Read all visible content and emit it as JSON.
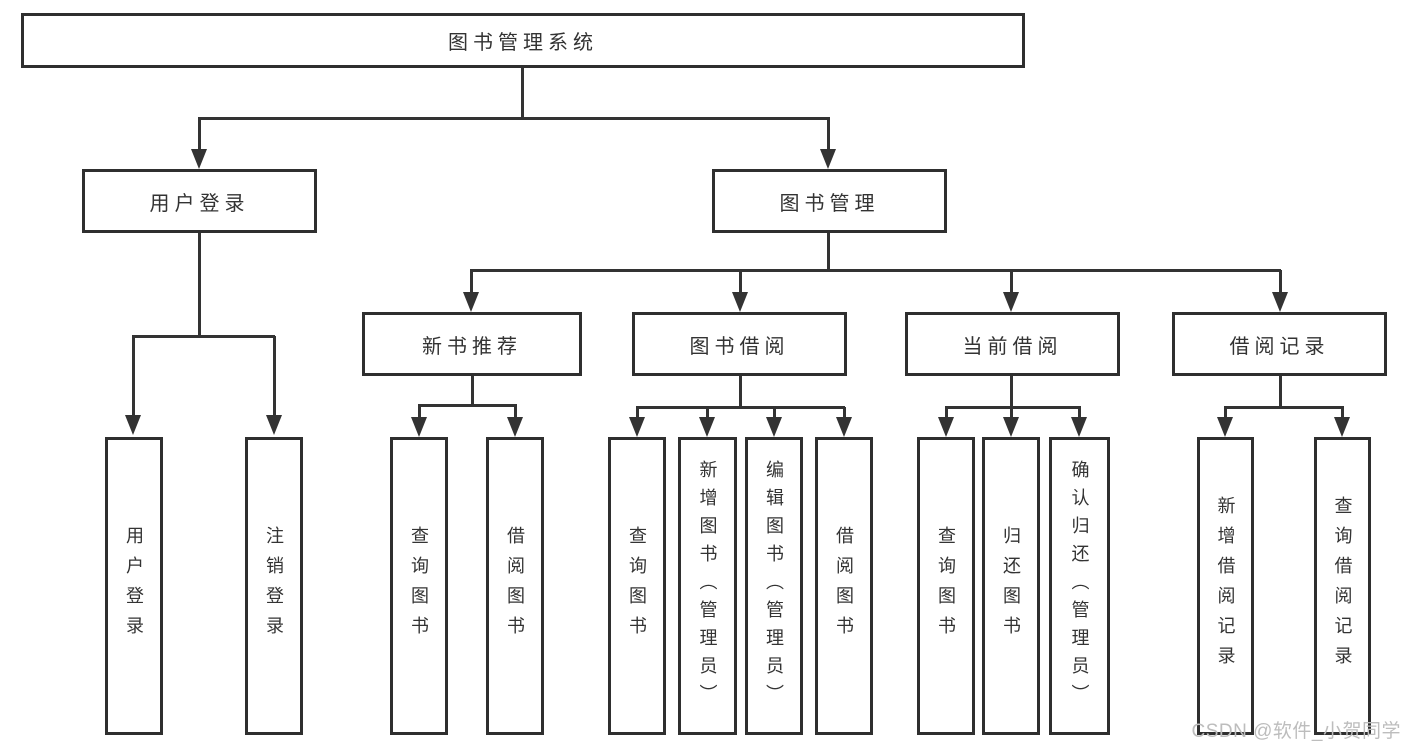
{
  "root": {
    "label": "图书管理系统"
  },
  "level2": {
    "user_login": {
      "label": "用户登录"
    },
    "book_mgmt": {
      "label": "图书管理"
    }
  },
  "level3": {
    "new_books": {
      "label": "新书推荐"
    },
    "borrow": {
      "label": "图书借阅"
    },
    "current": {
      "label": "当前借阅"
    },
    "records": {
      "label": "借阅记录"
    }
  },
  "leaves": {
    "user_login": [
      {
        "label": "用户登录"
      },
      {
        "label": "注销登录"
      }
    ],
    "new_books": [
      {
        "label": "查询图书"
      },
      {
        "label": "借阅图书"
      }
    ],
    "borrow": [
      {
        "label": "查询图书"
      },
      {
        "label": "新增图书（管理员）"
      },
      {
        "label": "编辑图书（管理员）"
      },
      {
        "label": "借阅图书"
      }
    ],
    "current": [
      {
        "label": "查询图书"
      },
      {
        "label": "归还图书"
      },
      {
        "label": "确认归还（管理员）"
      }
    ],
    "records": [
      {
        "label": "新增借阅记录"
      },
      {
        "label": "查询借阅记录"
      }
    ]
  },
  "watermark": {
    "text": "CSDN @软件_小贺同学"
  },
  "colors": {
    "line": "#333333",
    "border": "#2f2f2f",
    "text": "#333333",
    "watermark": "#bdbdbd",
    "background": "#ffffff"
  }
}
